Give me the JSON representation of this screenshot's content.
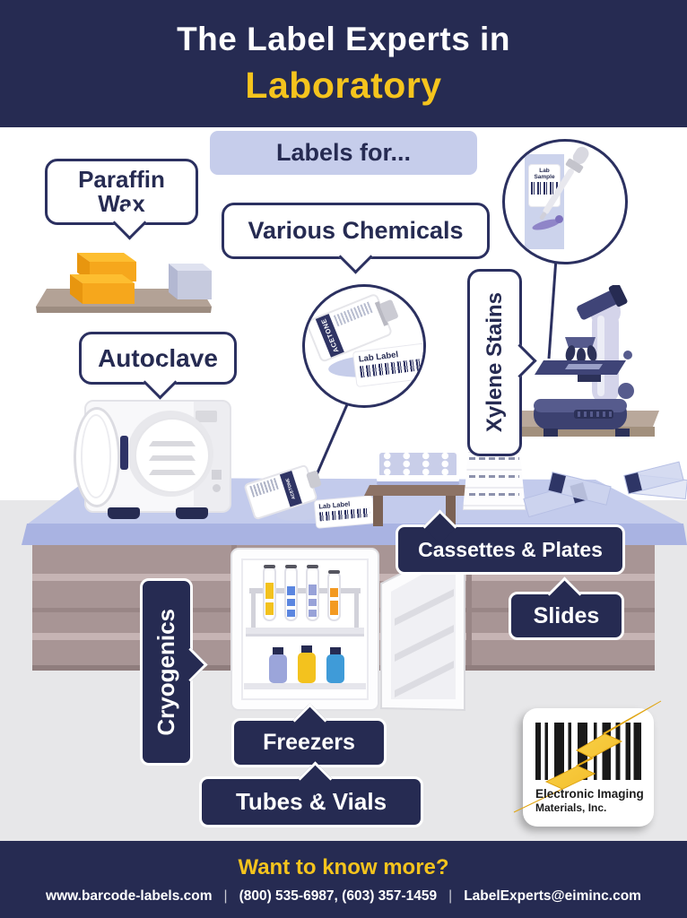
{
  "header": {
    "title_line1": "The Label Experts in",
    "title_line2": "Laboratory"
  },
  "banner": {
    "label": "Labels for..."
  },
  "callouts": {
    "paraffin_wax_line1": "Paraffin",
    "paraffin_wax_line2": "Wax",
    "various_chemicals": "Various Chemicals",
    "autoclave": "Autoclave",
    "xylene_stains": "Xylene Stains",
    "cassettes_plates": "Cassettes & Plates",
    "slides": "Slides",
    "cryogenics": "Cryogenics",
    "freezers": "Freezers",
    "tubes_vials": "Tubes & Vials"
  },
  "item_labels": {
    "lab_label": "Lab Label",
    "lab_sample": "Lab Sample",
    "acetone": "ACETONE"
  },
  "logo": {
    "company_line1": "Electronic Imaging",
    "company_line2": "Materials, Inc."
  },
  "footer": {
    "cta": "Want to know more?",
    "website": "www.barcode-labels.com",
    "phones": "(800) 535-6987, (603) 357-1459",
    "email": "LabelExperts@eiminc.com",
    "separator": "|"
  },
  "colors": {
    "navy": "#262b52",
    "yellow": "#f5c41d",
    "banner_lavender": "#c6cdeb",
    "bench_top": "#c3cbec",
    "bench_edge": "#a9b3e2",
    "cabinet_mauve": "#a89595",
    "floor_gray": "#e7e7e9",
    "wax_orange": "#f6a71c"
  }
}
